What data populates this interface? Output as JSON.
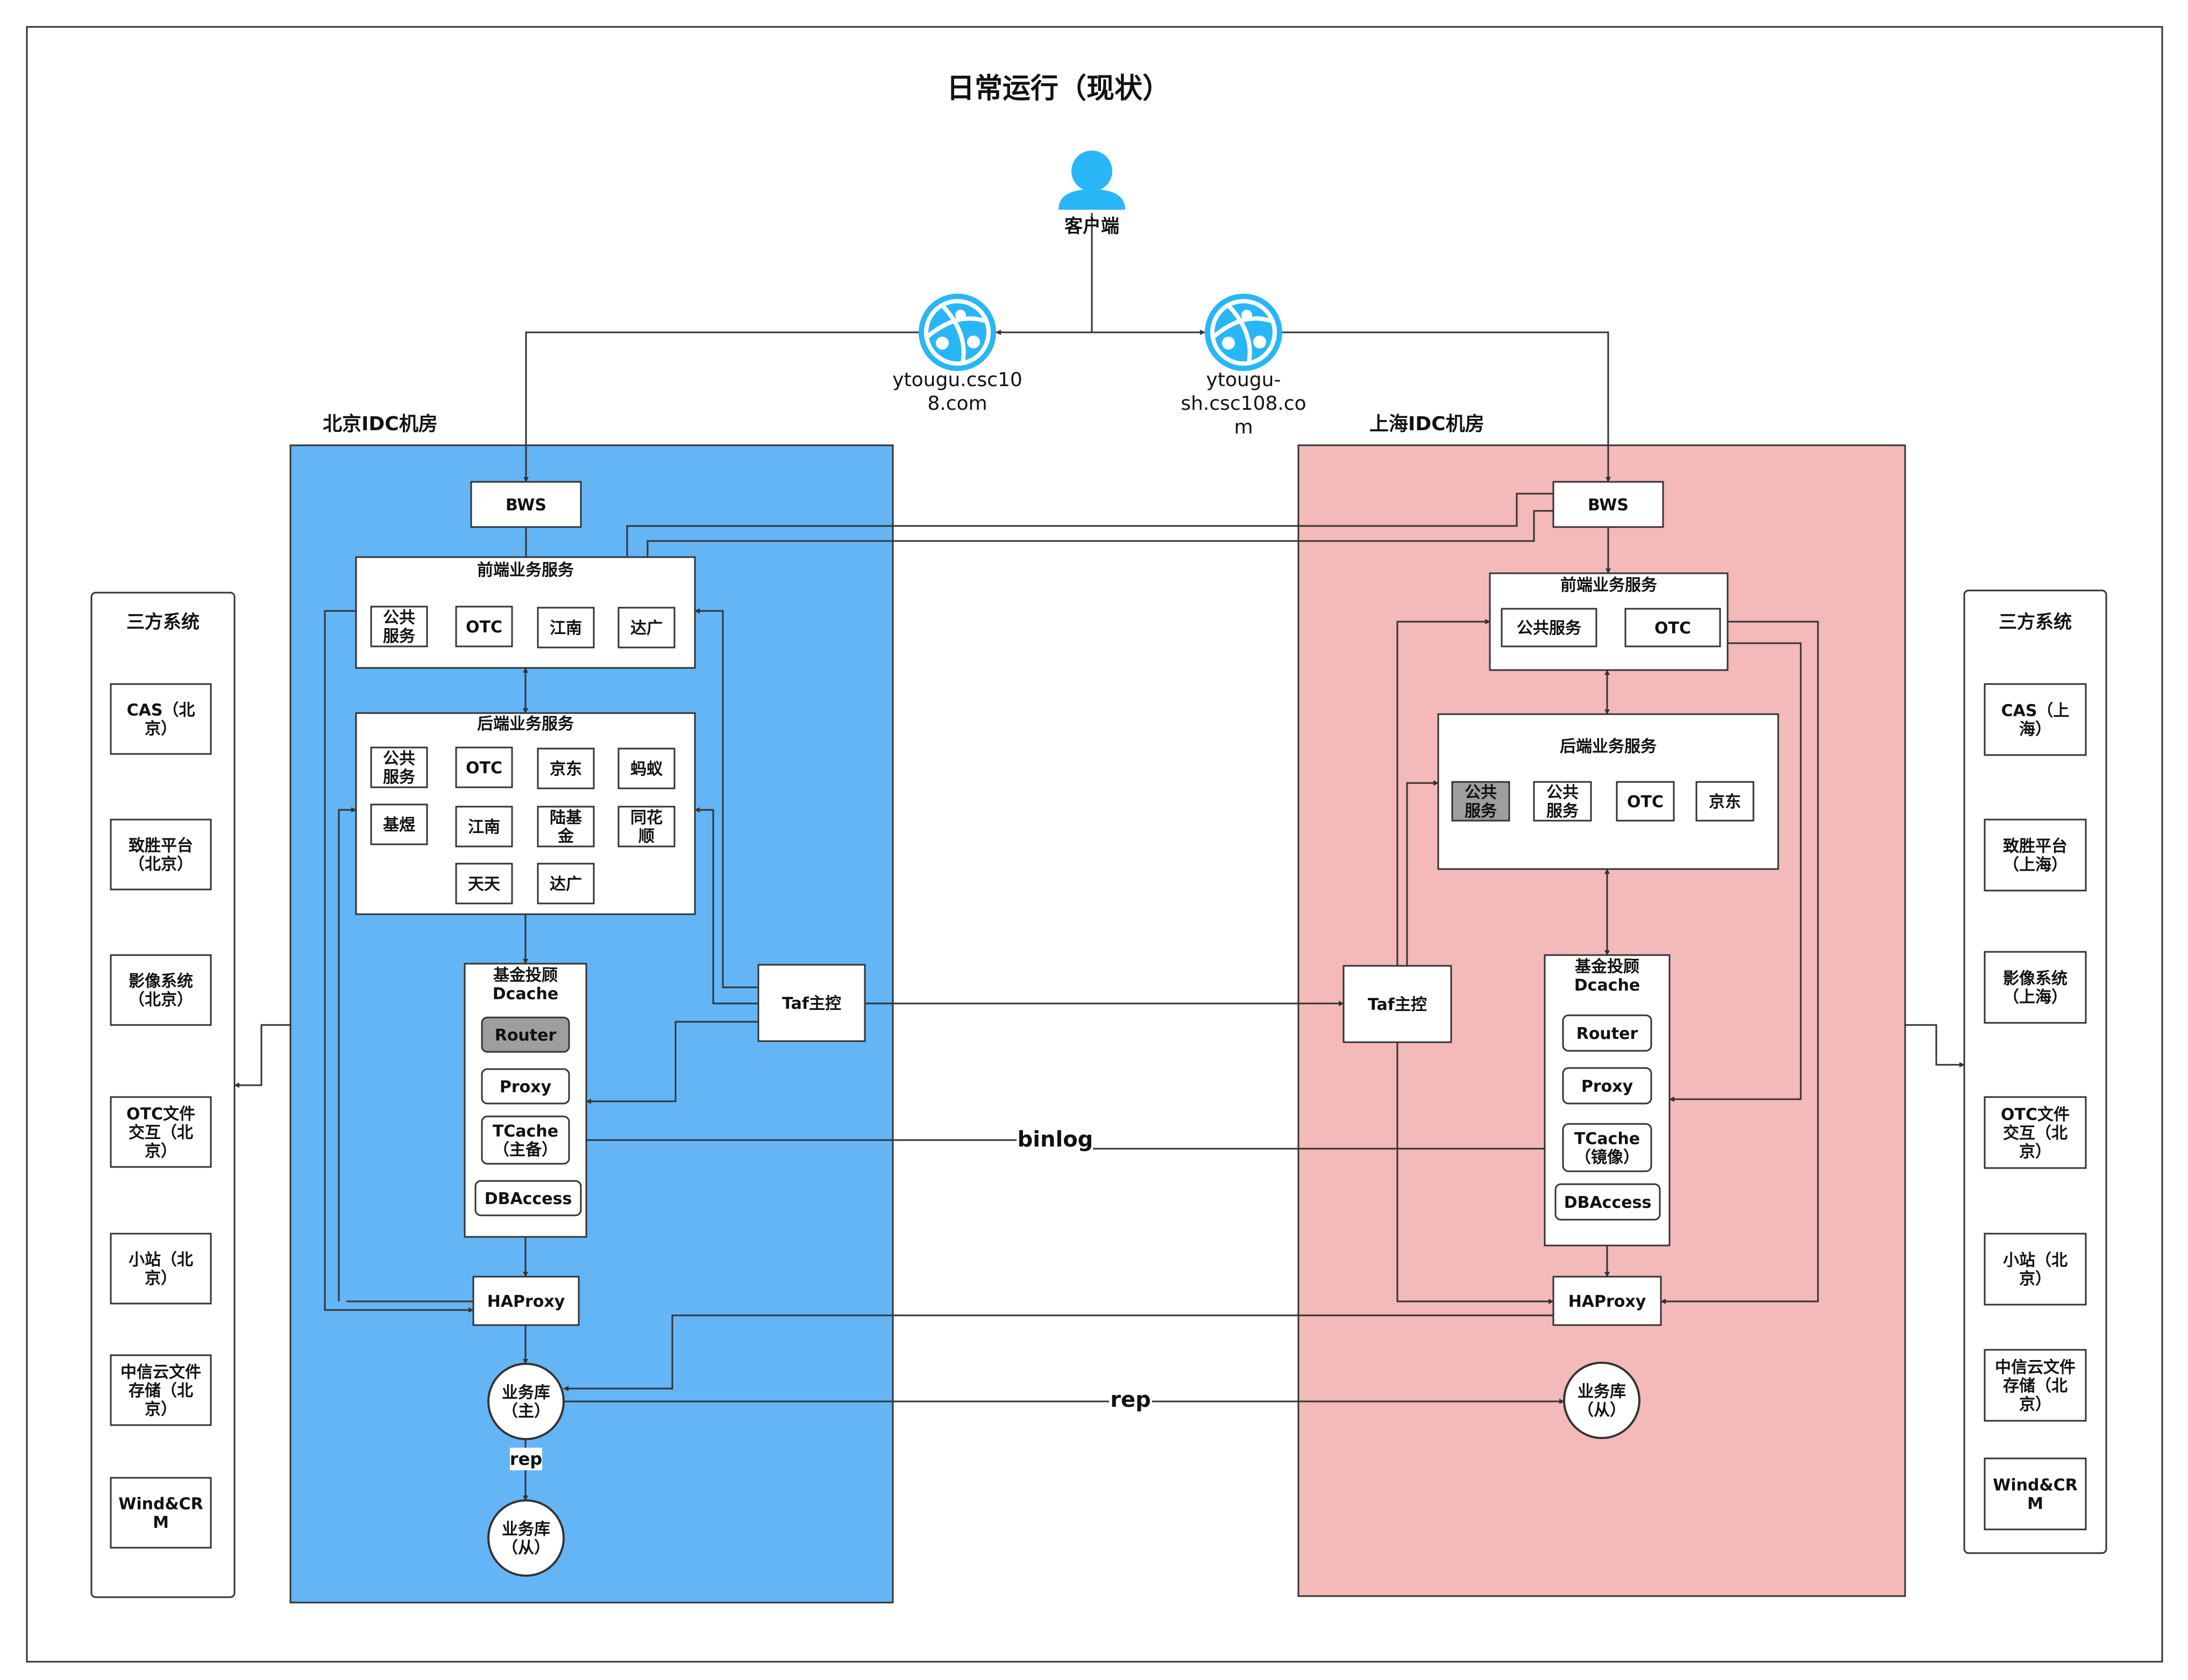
{
  "title": "日常运行（现状）",
  "client": {
    "label": "客户端"
  },
  "domains": {
    "bj": [
      "ytougu.csc10",
      "8.com"
    ],
    "sh": [
      "ytougu-",
      "sh.csc108.co",
      "m"
    ]
  },
  "rooms": {
    "bj": {
      "title": "北京IDC机房",
      "color": "#64b5f6"
    },
    "sh": {
      "title": "上海IDC机房",
      "color": "#f4b9b9"
    }
  },
  "third_party_left": {
    "title": "三方系统",
    "items": [
      [
        "CAS（北",
        "京）"
      ],
      [
        "致胜平台",
        "（北京）"
      ],
      [
        "影像系统",
        "（北京）"
      ],
      [
        "OTC文件",
        "交互（北",
        "京）"
      ],
      [
        "小站（北",
        "京）"
      ],
      [
        "中信云文件",
        "存储（北",
        "京）"
      ],
      [
        "Wind&CR",
        "M"
      ]
    ]
  },
  "third_party_right": {
    "title": "三方系统",
    "items": [
      [
        "CAS（上",
        "海）"
      ],
      [
        "致胜平台",
        "（上海）"
      ],
      [
        "影像系统",
        "（上海）"
      ],
      [
        "OTC文件",
        "交互（北",
        "京）"
      ],
      [
        "小站（北",
        "京）"
      ],
      [
        "中信云文件",
        "存储（北",
        "京）"
      ],
      [
        "Wind&CR",
        "M"
      ]
    ]
  },
  "bj": {
    "bws": "BWS",
    "frontend": {
      "title": "前端业务服务",
      "items": [
        [
          "公共",
          "服务"
        ],
        [
          "OTC"
        ],
        [
          "江南"
        ],
        [
          "达广"
        ]
      ]
    },
    "backend": {
      "title": "后端业务服务",
      "items": [
        [
          "公共",
          "服务"
        ],
        [
          "OTC"
        ],
        [
          "京东"
        ],
        [
          "蚂蚁"
        ],
        [
          "基煜"
        ],
        [
          "江南"
        ],
        [
          "陆基",
          "金"
        ],
        [
          "同花",
          "顺"
        ],
        [
          "天天"
        ],
        [
          "达广"
        ]
      ]
    },
    "dcache": {
      "title": [
        "基金投顾",
        "Dcache"
      ],
      "router": "Router",
      "proxy": "Proxy",
      "tcache": [
        "TCache",
        "（主备）"
      ],
      "dbaccess": "DBAccess"
    },
    "taf": "Taf主控",
    "haproxy": "HAProxy",
    "db_master": [
      "业务库",
      "（主）"
    ],
    "rep": "rep",
    "db_slave": [
      "业务库",
      "（从）"
    ]
  },
  "sh": {
    "bws": "BWS",
    "frontend": {
      "title": "前端业务服务",
      "items": [
        [
          "公共服务"
        ],
        [
          "OTC"
        ]
      ]
    },
    "backend": {
      "title": "后端业务服务",
      "items": [
        [
          "公共",
          "服务"
        ],
        [
          "公共",
          "服务"
        ],
        [
          "OTC"
        ],
        [
          "京东"
        ]
      ]
    },
    "dcache": {
      "title": [
        "基金投顾",
        "Dcache"
      ],
      "router": "Router",
      "proxy": "Proxy",
      "tcache": [
        "TCache",
        "（镜像）"
      ],
      "dbaccess": "DBAccess"
    },
    "taf": "Taf主控",
    "haproxy": "HAProxy",
    "db_slave": [
      "业务库",
      "（从）"
    ]
  },
  "links": {
    "binlog": "binlog",
    "rep": "rep"
  },
  "colors": {
    "globe": "#29b6f6",
    "user": "#29b6f6",
    "greyed": "#9e9e9e",
    "line": "#333333"
  }
}
